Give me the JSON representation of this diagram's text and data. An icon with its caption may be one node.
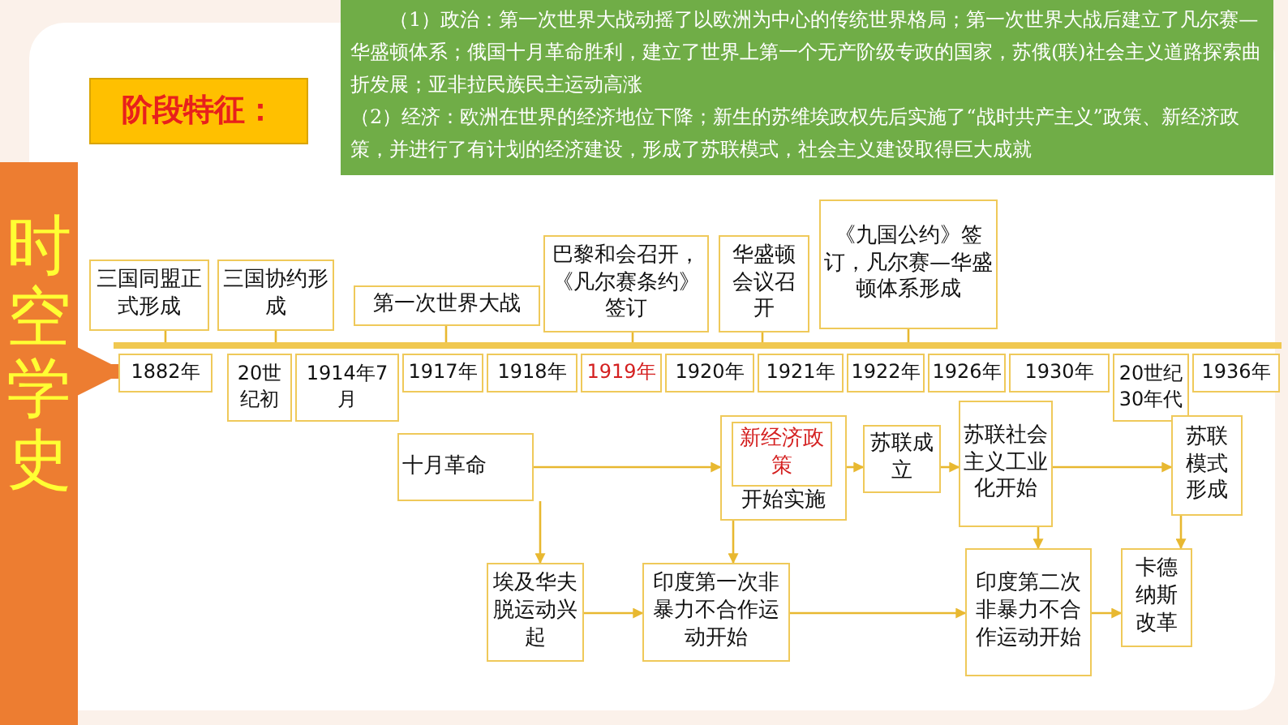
{
  "diagram": {
    "nodes": [
      {
        "text": [
          "（1）政治：第一次世界大战动摇了以欧洲为中心的传统世界格局；第一次世界大战后建立了凡尔赛—华盛顿体系；俄国十月革命胜利，建立了世界上第一个无产阶级专政的国家，苏俄(联)社会主义道路探索曲折发展；亚非拉民族民主运动高涨",
          "（2）经济：欧洲在世界的经济地位下降；新生的苏维埃政权先后实施了“战时共产主义”政策、新经济政策，并进行了有计划的经济建设，形成了苏联模式，社会主义建设取得巨大成就"
        ]
      },
      {
        "text": [
          "阶段特征："
        ]
      },
      {
        "text": [
          "时空学史"
        ]
      },
      {
        "text": [
          "三国同盟正式形成"
        ]
      },
      {
        "text": [
          "三国协约形成"
        ]
      },
      {
        "text": [
          "第一次世界大战"
        ]
      },
      {
        "text": [
          "巴黎和会召开，《凡尔赛条约》签订"
        ]
      },
      {
        "text": [
          "华盛顿会议召开"
        ]
      },
      {
        "text": [
          "《九国公约》签订，凡尔赛—华盛顿体系形成"
        ]
      },
      {
        "text": [
          "1882年"
        ]
      },
      {
        "text": [
          "20世纪初"
        ]
      },
      {
        "text": [
          "1914年7月"
        ]
      },
      {
        "text": [
          "1917年"
        ]
      },
      {
        "text": [
          "1918年"
        ]
      },
      {
        "text": [
          "1919年"
        ]
      },
      {
        "text": [
          "1920年"
        ]
      },
      {
        "text": [
          "1921年"
        ]
      },
      {
        "text": [
          "1922年"
        ]
      },
      {
        "text": [
          "1926年"
        ]
      },
      {
        "text": [
          "1930年"
        ]
      },
      {
        "text": [
          "20世纪30年代"
        ]
      },
      {
        "text": [
          "1936年"
        ]
      },
      {
        "text": [
          "十月革命"
        ]
      },
      {
        "text": [
          "开始实施"
        ]
      },
      {
        "text": [
          "新经济政策"
        ],
        "in": 23
      },
      {
        "text": [
          "苏联成立"
        ]
      },
      {
        "text": [
          "苏联社会主义工业化开始"
        ]
      },
      {
        "text": [
          "苏联模式形成"
        ]
      },
      {
        "text": [
          "埃及华夫脱运动兴起"
        ]
      },
      {
        "text": [
          "印度第一次非暴力不合作运动开始"
        ]
      },
      {
        "text": [
          "印度第二次非暴力不合作运动开始"
        ]
      },
      {
        "text": [
          "卡德纳斯改革"
        ]
      },
      {
        "text": [],
        "shape": "bar"
      }
    ],
    "edges": [
      {
        "from": 22,
        "to": 23,
        "arrow": "to"
      },
      {
        "from": 23,
        "to": 25,
        "arrow": "to"
      },
      {
        "from": 25,
        "to": 26,
        "arrow": "to"
      },
      {
        "from": 26,
        "to": 27,
        "arrow": "to"
      },
      {
        "from": 22,
        "to": 28,
        "arrow": "to"
      },
      {
        "from": 23,
        "to": 29,
        "arrow": "to"
      },
      {
        "from": 28,
        "to": 29,
        "arrow": "to"
      },
      {
        "from": 29,
        "to": 30,
        "arrow": "to"
      },
      {
        "from": 26,
        "to": 30,
        "arrow": "to"
      },
      {
        "from": 30,
        "to": 31,
        "arrow": "to"
      },
      {
        "from": 27,
        "to": 31,
        "arrow": "to"
      },
      {
        "from": 2,
        "to": 9,
        "arrow": "to",
        "style": "thick",
        "color": "#ed7d31"
      },
      {
        "from": 3,
        "to": 32,
        "arrow": "none"
      },
      {
        "from": 4,
        "to": 32,
        "arrow": "none"
      },
      {
        "from": 5,
        "to": 32,
        "arrow": "none"
      },
      {
        "from": 6,
        "to": 32,
        "arrow": "none"
      },
      {
        "from": 7,
        "to": 32,
        "arrow": "none"
      },
      {
        "from": 8,
        "to": 32,
        "arrow": "none"
      }
    ]
  }
}
